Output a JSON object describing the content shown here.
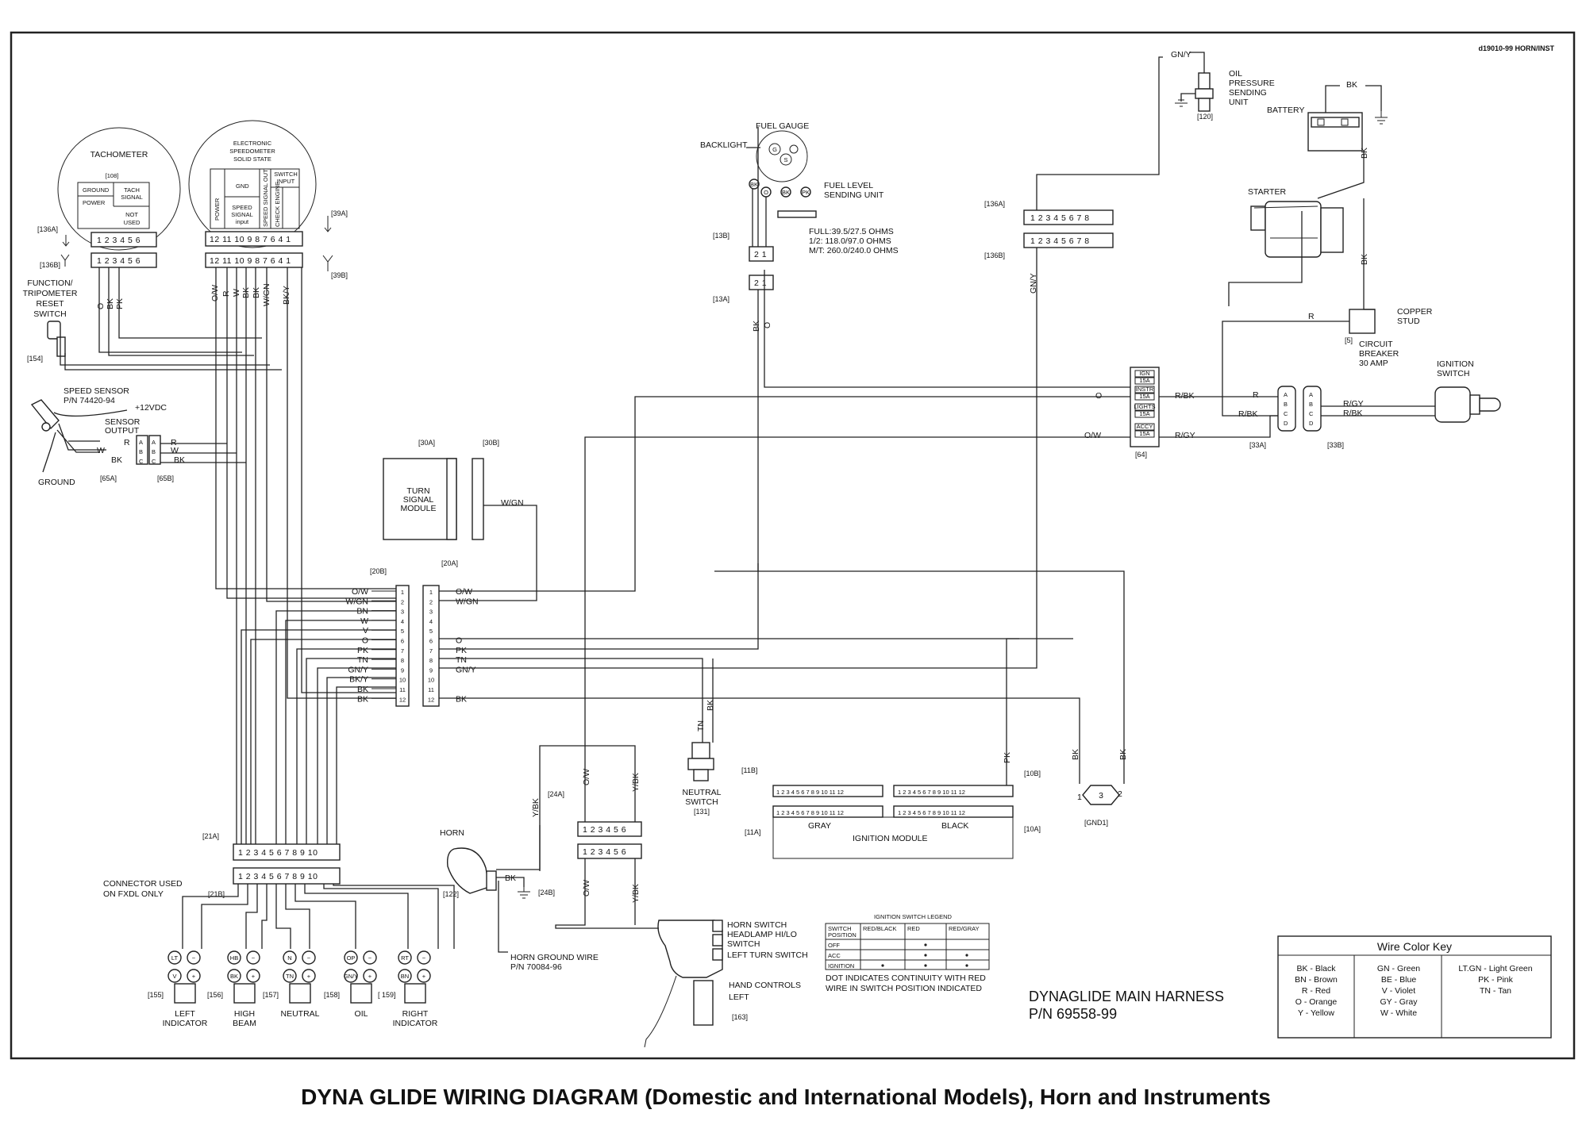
{
  "doc_id": "d19010-99 HORN/INST",
  "title": "DYNA GLIDE WIRING DIAGRAM (Domestic and International Models), Horn and Instruments",
  "components": {
    "tachometer": "TACHOMETER",
    "tach_connector": "[108]",
    "tach_ground": "GROUND",
    "tach_power": "POWER",
    "tach_signal_1": "TACH",
    "tach_signal_2": "SIGNAL",
    "tach_notused_1": "NOT",
    "tach_notused_2": "USED",
    "speedo_1": "ELECTRONIC",
    "speedo_2": "SPEEDOMETER",
    "speedo_3": "SOLID STATE",
    "speedo_power": "POWER",
    "speedo_gnd": "GND",
    "speedo_sig_1": "SPEED",
    "speedo_sig_2": "SIGNAL",
    "speedo_sig_3": "input",
    "speedo_sigout": "SPEED SIGNAL OUT",
    "speedo_switch_1": "SWITCH",
    "speedo_switch_2": "INPUT",
    "speedo_check": "CHECK ENGINE",
    "func_1": "FUNCTION/",
    "func_2": "TRIPOMETER",
    "func_3": "RESET",
    "func_4": "SWITCH",
    "func_ref": "[154]",
    "speed_sensor_1": "SPEED SENSOR",
    "speed_sensor_2": "P/N 74420-94",
    "vdc": "+12VDC",
    "sensor_1": "SENSOR",
    "sensor_2": "OUTPUT",
    "ground": "GROUND",
    "turn_1": "TURN",
    "turn_2": "SIGNAL",
    "turn_3": "MODULE",
    "fuel_gauge": "FUEL GAUGE",
    "backlight": "BACKLIGHT",
    "fuel_level_1": "FUEL LEVEL",
    "fuel_level_2": "SENDING UNIT",
    "full": "FULL:39.5/27.5 OHMS",
    "half": "1/2: 118.0/97.0 OHMS",
    "empty": "M/T: 260.0/240.0  OHMS",
    "oil_1": "OIL",
    "oil_2": "PRESSURE",
    "oil_3": "SENDING",
    "oil_4": "UNIT",
    "oil_ref": "[120]",
    "battery": "BATTERY",
    "starter": "STARTER",
    "copper_1": "COPPER",
    "copper_2": "STUD",
    "cb_ref": "[5]",
    "cb_1": "CIRCUIT",
    "cb_2": "BREAKER",
    "cb_3": "30 AMP",
    "ign_1": "IGNITION",
    "ign_2": "SWITCH",
    "fuse_ign": "IGN",
    "fuse_instr": "INSTR",
    "fuse_lights": "LIGHTS",
    "fuse_accy": "ACCY",
    "fuse_amp": "15A",
    "fuse_ref": "[64]",
    "neutral_1": "NEUTRAL",
    "neutral_2": "SWITCH",
    "neutral_ref": "[131]",
    "horn": "HORN",
    "horn_ref": "[122]",
    "horn_gw_1": "HORN GROUND WIRE",
    "horn_gw_2": "P/N 70084-96",
    "gray": "GRAY",
    "black": "BLACK",
    "ign_module": "IGNITION MODULE",
    "gnd1": "[GND1]",
    "hs_1": "HORN SWITCH",
    "hs_2": "HEADLAMP HI/LO",
    "hs_3": "SWITCH",
    "hs_4": "LEFT TURN SWITCH",
    "hc_1": "HAND CONTROLS",
    "hc_2": "LEFT",
    "hc_ref": "[163]",
    "conn_note_1": "CONNECTOR USED",
    "conn_note_2": "ON FXDL ONLY",
    "harness_1": "DYNAGLIDE MAIN HARNESS",
    "harness_2": "P/N 69558-99"
  },
  "connectors": {
    "c136A": "[136A]",
    "c136B": "[136B]",
    "c39A": "[39A]",
    "c39B": "[39B]",
    "c65A": "[65A]",
    "c65B": "[65B]",
    "c30A": "[30A]",
    "c30B": "[30B]",
    "c20A": "[20A]",
    "c20B": "[20B]",
    "c21A": "[21A]",
    "c21B": "[21B]",
    "c13A": "[13A]",
    "c13B": "[13B]",
    "c24A": "[24A]",
    "c24B": "[24B]",
    "c11A": "[11A]",
    "c11B": "[11B]",
    "c10A": "[10A]",
    "c10B": "[10B]",
    "c33A": "[33A]",
    "c33B": "[33B]"
  },
  "pins": {
    "tach": "1 2 3 4 5 6",
    "speedo": "12 11 10 9  8  7  6  4  1",
    "fuel": "2 1",
    "oilconn": "1 2 3 4 5 6 7 8",
    "c24": "1 2 3 4 5 6",
    "c21": "1 2 3 4 5 6 7 8 9 10",
    "im": "1 2 3 4 5 6 7 8 9 10 11 12"
  },
  "wires": {
    "o": "O",
    "bk": "BK",
    "pk": "PK",
    "r": "R",
    "w": "W",
    "v": "V",
    "tn": "TN",
    "bn": "BN",
    "ow": "O/W",
    "wgn": "W/GN",
    "bky": "BK/Y",
    "gny": "GN/Y",
    "ybk": "Y/BK",
    "rbk": "R/BK",
    "rgy": "R/GY"
  },
  "c20_left": [
    "O/W",
    "W/GN",
    "BN",
    "W",
    "V",
    "O",
    "PK",
    "TN",
    "GN/Y",
    "BK/Y",
    "BK",
    "BK"
  ],
  "c20_right": [
    "O/W",
    "W/GN",
    "",
    "",
    "",
    "O",
    "PK",
    "TN",
    "GN/Y",
    "",
    "",
    "BK"
  ],
  "legend": {
    "title": "IGNITION SWITCH LEGEND",
    "h1": "SWITCH",
    "h1b": "POSITION",
    "h2": "RED/BLACK",
    "h3": "RED",
    "h4": "RED/GRAY",
    "r1": "OFF",
    "r2": "ACC",
    "r3": "IGNITION",
    "note_1": "DOT INDICATES CONTINUITY WITH RED",
    "note_2": "WIRE IN SWITCH POSITION INDICATED"
  },
  "indicators": [
    {
      "ref": "[155]",
      "label_1": "LEFT",
      "label_2": "INDICATOR",
      "plus": "LT",
      "minus": "V"
    },
    {
      "ref": "[156]",
      "label_1": "HIGH",
      "label_2": "BEAM",
      "plus": "HB",
      "minus": "BK"
    },
    {
      "ref": "[157]",
      "label_1": "NEUTRAL",
      "label_2": "",
      "plus": "N",
      "minus": "TN"
    },
    {
      "ref": "[158]",
      "label_1": "OIL",
      "label_2": "",
      "plus": "OP",
      "minus": "GN/Y"
    },
    {
      "ref": "[ 159]",
      "label_1": "RIGHT",
      "label_2": "INDICATOR",
      "plus": "RT",
      "minus": "BN"
    }
  ],
  "wire_key": {
    "title": "Wire Color Key",
    "col1": [
      "BK - Black",
      "BN - Brown",
      "R - Red",
      "O - Orange",
      "Y - Yellow"
    ],
    "col2": [
      "GN - Green",
      "BE - Blue",
      "V - Violet",
      "GY - Gray",
      "W - White"
    ],
    "col3": [
      "LT.GN - Light Green",
      "PK - Pink",
      "TN - Tan"
    ]
  }
}
